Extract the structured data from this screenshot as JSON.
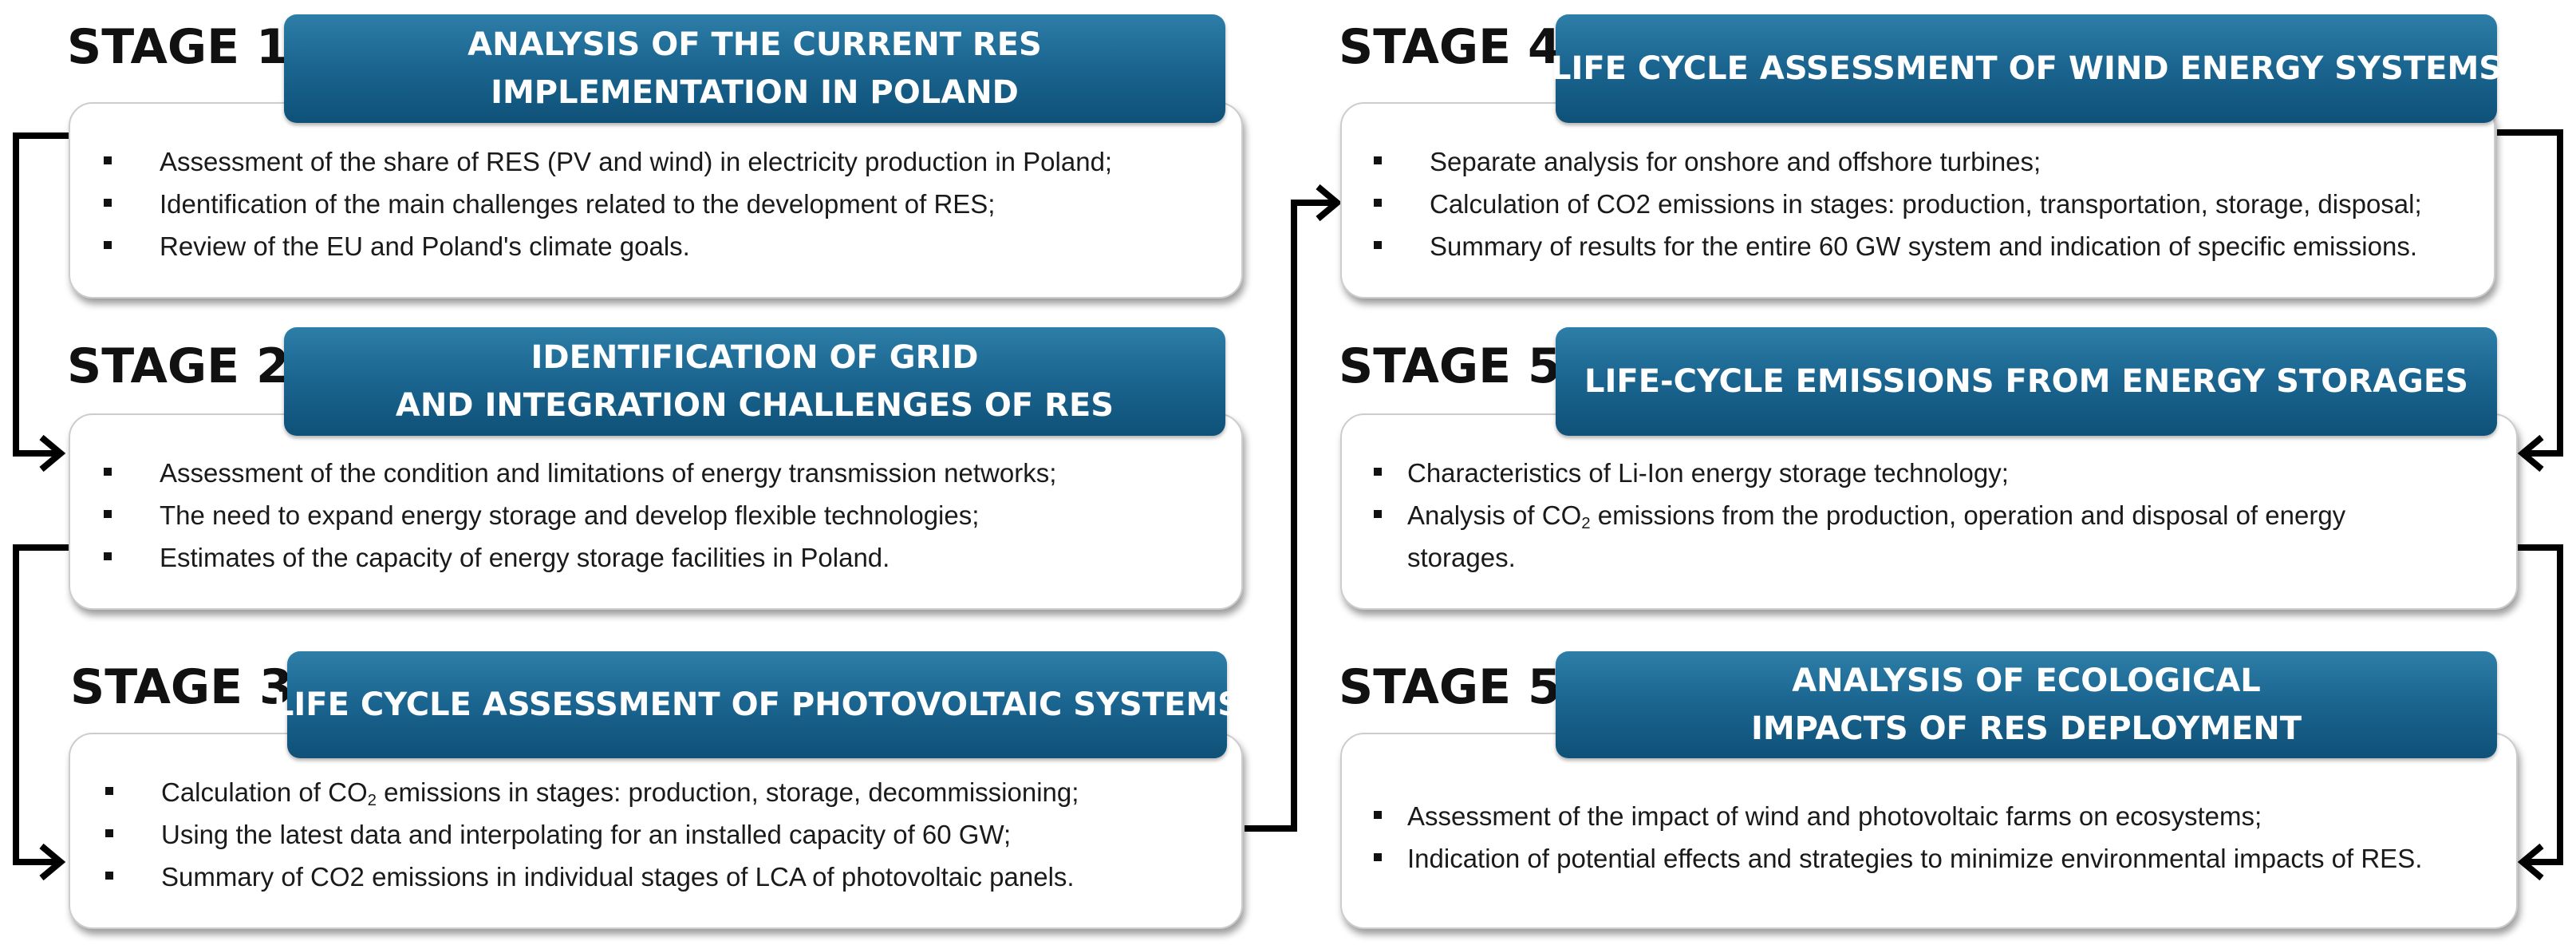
{
  "stages": [
    {
      "label": "STAGE 1",
      "title_lines": [
        "ANALYSIS OF THE CURRENT RES",
        "IMPLEMENTATION IN POLAND"
      ],
      "items": [
        {
          "text": "Assessment of the share of RES (PV and wind) in electricity production in Poland;"
        },
        {
          "text": "Identification of the main challenges related to the development of RES;"
        },
        {
          "text": "Review of the EU and Poland's climate goals."
        }
      ]
    },
    {
      "label": "STAGE 2",
      "title_lines": [
        "IDENTIFICATION OF GRID",
        "AND INTEGRATION CHALLENGES OF RES"
      ],
      "items": [
        {
          "text": "Assessment of the condition and limitations of energy transmission networks;"
        },
        {
          "text": "The need to expand energy storage and develop flexible technologies;"
        },
        {
          "text": "Estimates of the capacity of energy storage facilities in Poland."
        }
      ]
    },
    {
      "label": "STAGE 3",
      "title_lines": [
        "LIFE CYCLE ASSESSMENT OF PHOTOVOLTAIC SYSTEMS"
      ],
      "items": [
        {
          "text": "Calculation of CO",
          "sub": "2",
          "after": " emissions in stages: production, storage, decommissioning;"
        },
        {
          "text": "Using the latest data and interpolating for an installed capacity of 60 GW;"
        },
        {
          "text": "Summary of CO2 emissions in individual stages of LCA of photovoltaic panels."
        }
      ]
    },
    {
      "label": "STAGE 4",
      "title_lines": [
        "LIFE CYCLE ASSESSMENT OF WIND ENERGY SYSTEMS"
      ],
      "items": [
        {
          "text": "Separate analysis for onshore and offshore turbines;"
        },
        {
          "text": "Calculation of CO2 emissions in stages: production, transportation, storage, disposal;"
        },
        {
          "text": "Summary of results for the entire 60 GW system and indication of specific emissions."
        }
      ]
    },
    {
      "label": "STAGE 5",
      "title_lines": [
        "LIFE-CYCLE EMISSIONS FROM ENERGY STORAGES"
      ],
      "items": [
        {
          "text": "Characteristics of Li-Ion energy storage technology;"
        },
        {
          "text": "Analysis of CO",
          "sub": "2",
          "after": " emissions from the production, operation and disposal of energy storages."
        }
      ]
    },
    {
      "label": "STAGE 5",
      "title_lines": [
        "ANALYSIS OF ECOLOGICAL",
        "IMPACTS OF RES DEPLOYMENT"
      ],
      "items": [
        {
          "text": "Assessment of the impact of wind and photovoltaic farms on ecosystems;"
        },
        {
          "text": "Indication of potential effects and strategies to minimize environmental impacts of RES."
        }
      ]
    }
  ],
  "colors": {
    "banner": "#1a6590",
    "banner_light": "#2d7ea8",
    "banner_dark": "#0f5178",
    "connector": "#000000",
    "panel_border": "#cdcdcd"
  }
}
